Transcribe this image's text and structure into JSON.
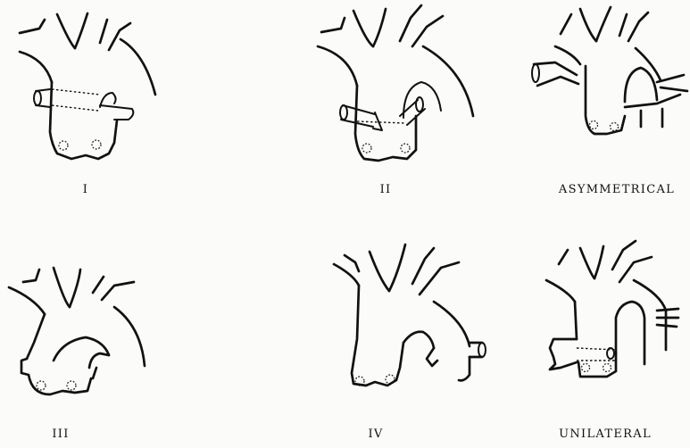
{
  "labels": {
    "type_I": "I",
    "type_II": "II",
    "asymmetrical": "ASYMMETRICAL",
    "type_III": "III",
    "type_IV": "IV",
    "unilateral": "UNILATERAL"
  }
}
